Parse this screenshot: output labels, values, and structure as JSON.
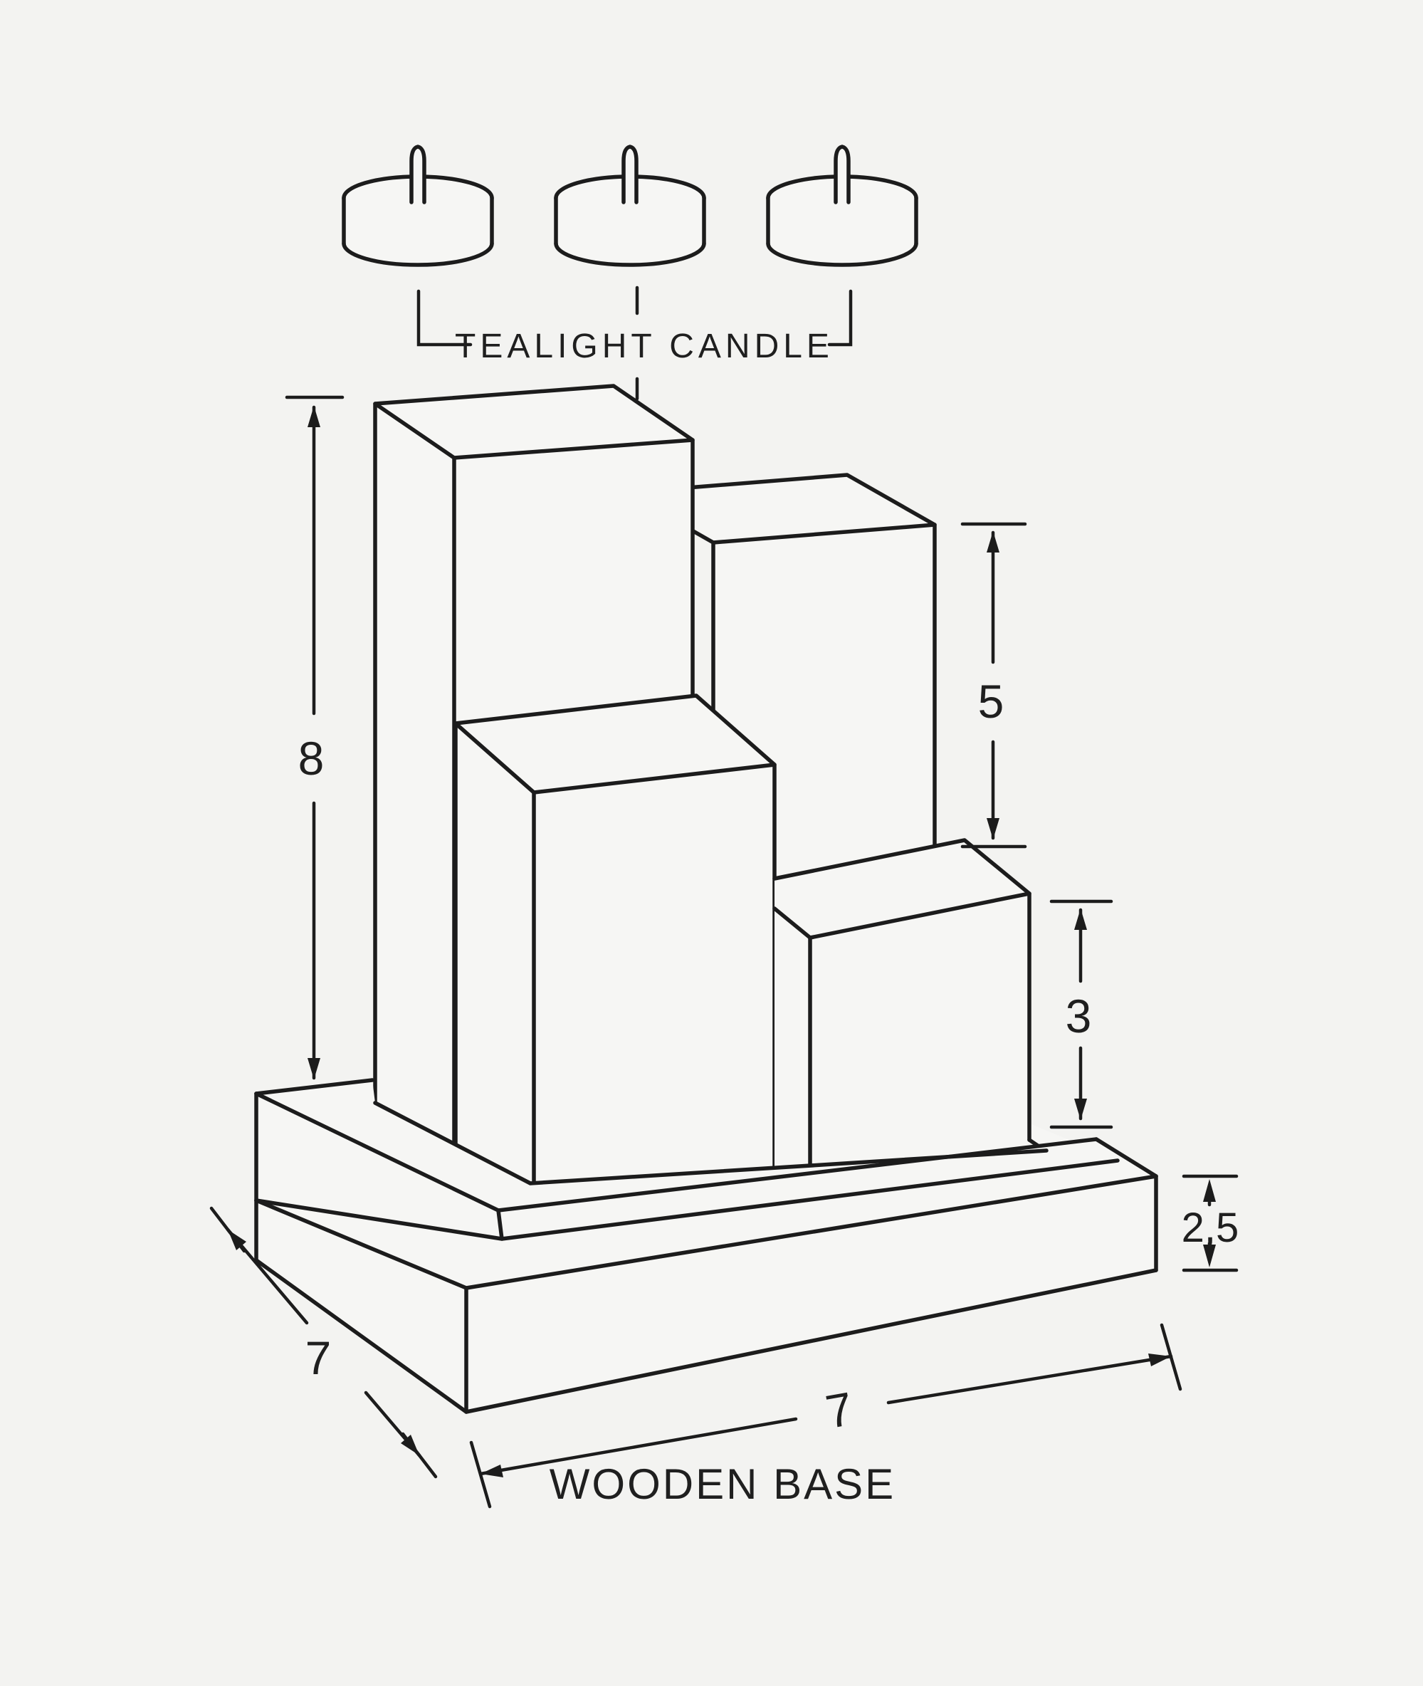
{
  "diagram": {
    "title_hint": "tealight candle holder construction drawing",
    "candle_label": "TEALIGHT CANDLE",
    "base_label": "WOODEN BASE",
    "candle_count": 3,
    "dims": {
      "pillar_tall_height": "8",
      "pillar_back_height": "5",
      "pillar_short_height": "3",
      "base_thickness": "2,5",
      "base_depth": "7",
      "base_width": "7"
    },
    "colors": {
      "background": "#f3f3f1",
      "line": "#1c1c1c",
      "face": "#f6f6f4"
    }
  }
}
